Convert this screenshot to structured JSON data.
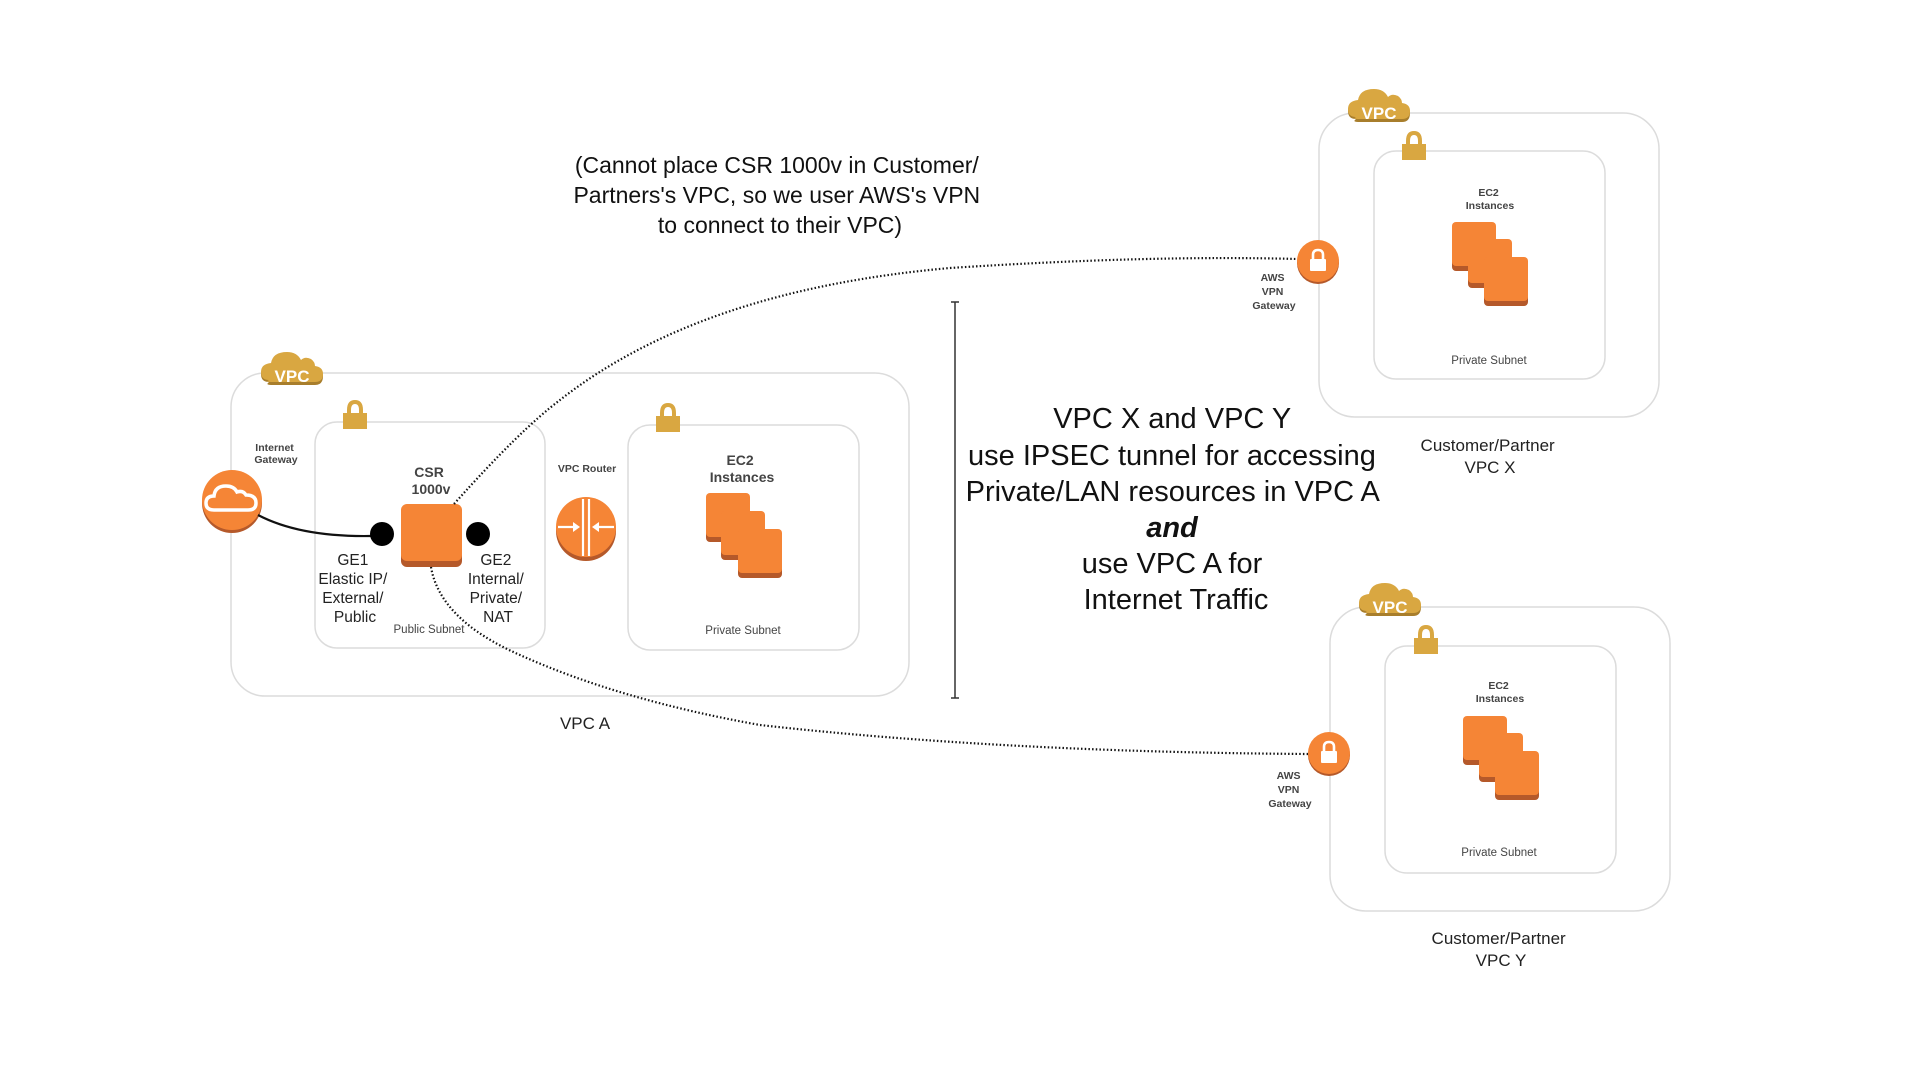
{
  "colors": {
    "aws_orange": "#F58536",
    "aws_orange_shadow": "#B5592A",
    "vpc_gold": "#D9A741",
    "container_border": "#dcdcdc",
    "text_dark": "#444444"
  },
  "note_top": {
    "lines": [
      "(Cannot place CSR 1000v in Customer/",
      "Partners's VPC, so we user AWS's VPN",
      "to connect to their VPC)"
    ]
  },
  "note_center": {
    "lines": [
      "VPC X and VPC Y",
      "use IPSEC tunnel for accessing",
      "Private/LAN resources in VPC A"
    ],
    "emphasis": "and",
    "lines_after": [
      "use VPC A for",
      "Internet Traffic"
    ]
  },
  "vpc_a": {
    "badge": "VPC",
    "caption": "VPC A",
    "internet_gateway": {
      "icon": "cloud-icon",
      "label_lines": [
        "Internet",
        "Gateway"
      ]
    },
    "public_subnet": {
      "label": "Public Subnet",
      "csr": {
        "label_lines": [
          "CSR",
          "1000v"
        ]
      },
      "ge1": {
        "label_lines": [
          "GE1",
          "Elastic IP/",
          "External/",
          "Public"
        ]
      },
      "ge2": {
        "label_lines": [
          "GE2",
          "Internal/",
          "Private/",
          "NAT"
        ]
      }
    },
    "vpc_router": {
      "icon": "router-icon",
      "label": "VPC Router"
    },
    "private_subnet": {
      "label": "Private Subnet",
      "ec2": {
        "label_lines": [
          "EC2",
          "Instances"
        ]
      }
    }
  },
  "vpc_x": {
    "badge": "VPC",
    "caption_lines": [
      "Customer/Partner",
      "VPC X"
    ],
    "vpn_gateway": {
      "icon": "lock-icon",
      "label_lines": [
        "AWS",
        "VPN",
        "Gateway"
      ]
    },
    "private_subnet": {
      "label": "Private Subnet",
      "ec2": {
        "label_lines": [
          "EC2",
          "Instances"
        ]
      }
    }
  },
  "vpc_y": {
    "badge": "VPC",
    "caption_lines": [
      "Customer/Partner",
      "VPC Y"
    ],
    "vpn_gateway": {
      "icon": "lock-icon",
      "label_lines": [
        "AWS",
        "VPN",
        "Gateway"
      ]
    },
    "private_subnet": {
      "label": "Private Subnet",
      "ec2": {
        "label_lines": [
          "EC2",
          "Instances"
        ]
      }
    }
  }
}
